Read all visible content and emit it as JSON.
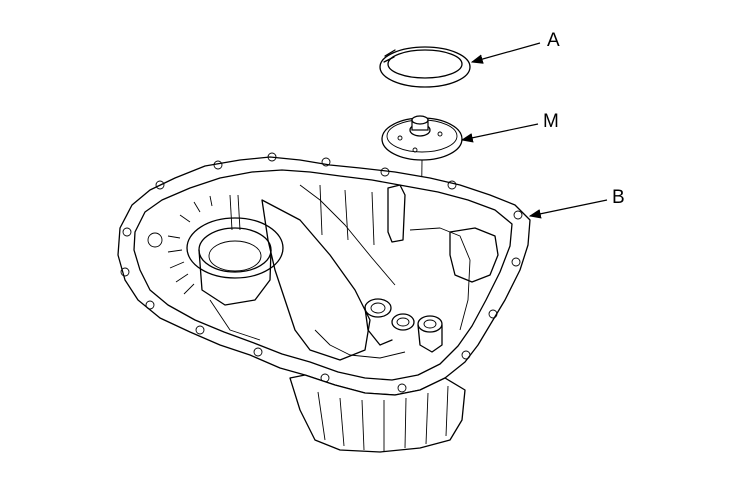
{
  "labels": {
    "a": "A",
    "m": "M",
    "b": "B"
  },
  "colors": {
    "line": "#000000",
    "background": "#ffffff"
  }
}
